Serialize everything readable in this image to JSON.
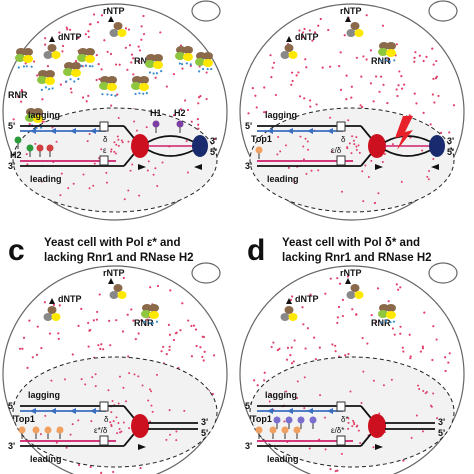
{
  "panels": [
    {
      "id": "a",
      "letter": "",
      "caption_line1": "",
      "caption_line2": "",
      "labels": {
        "rntp": "rNTP",
        "dntp": "dNTP",
        "rnr": "RNR",
        "lagging": "lagging",
        "leading": "leading",
        "five_prime": "5'",
        "three_prime": "3'",
        "h1": "H1",
        "h2": "H2",
        "epsilon": "ε",
        "delta": "δ"
      }
    },
    {
      "id": "b",
      "letter": "",
      "caption_line1": "",
      "caption_line2": "",
      "labels": {
        "rntp": "rNTP",
        "dntp": "dNTP",
        "rnr": "RNR",
        "lagging": "lagging",
        "leading": "leading",
        "five_prime": "5'",
        "three_prime": "3'",
        "top1": "Top1",
        "epsilon_delta": "ε/δ",
        "delta": "δ"
      }
    },
    {
      "id": "c",
      "letter": "c",
      "caption_line1": "Yeast cell with Pol ε* and",
      "caption_line2": "lacking Rnr1 and RNase H2",
      "labels": {
        "rntp": "rNTP",
        "dntp": "dNTP",
        "rnr": "RNR",
        "lagging": "lagging",
        "leading": "leading",
        "five_prime": "5'",
        "three_prime": "3'",
        "top1": "Top1",
        "epsilon_delta": "ε*/δ",
        "delta": "δ"
      }
    },
    {
      "id": "d",
      "letter": "d",
      "caption_line1": "Yeast cell with Pol δ* and",
      "caption_line2": "lacking Rnr1 and RNase H2",
      "labels": {
        "rntp": "rNTP",
        "dntp": "dNTP",
        "rnr": "RNR",
        "lagging": "lagging",
        "leading": "leading",
        "five_prime": "5'",
        "three_prime": "3'",
        "top1": "Top1",
        "epsilon_delta": "ε/δ*",
        "delta": "δ*"
      }
    }
  ],
  "colors": {
    "ribonucleotide_dot": "#e0406a",
    "polymerase": "#cc1020",
    "helicase_blue": "#1a2a6e",
    "lagging_strand": "#3a6fc0",
    "nascent_pink": "#d0206a",
    "cell_outline": "#666666",
    "nucleus_fill": "#f2f2f2",
    "rnr_green": "#8ec63f",
    "rnr_yellow": "#ffe800",
    "rnr_brown": "#8a6a4a",
    "top1_orange": "#f0a060",
    "lightning": "#e8202a"
  }
}
